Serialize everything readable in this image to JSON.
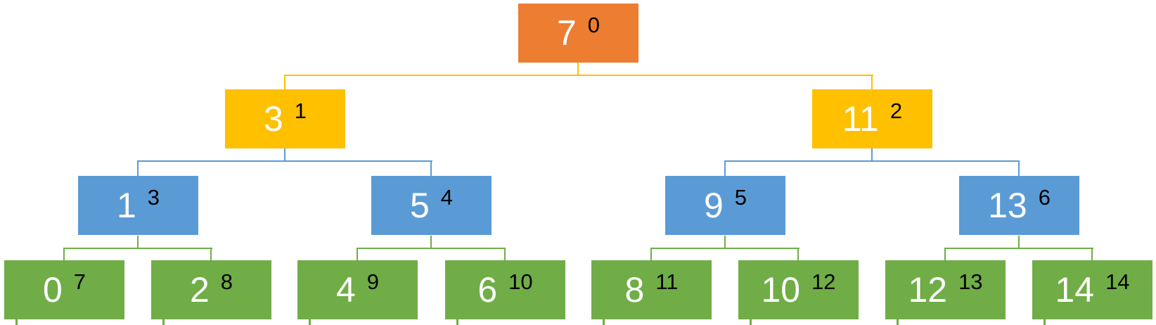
{
  "diagram": {
    "type": "binary-tree",
    "background": "#FFFFFF",
    "node_colors": {
      "level0": "#ED7D31",
      "level1": "#FFC000",
      "level2": "#5B9BD5",
      "level3": "#70AD47"
    },
    "connector_colors": {
      "to_level1": "#FFC000",
      "to_level2": "#5B9BD5",
      "to_level3": "#70AD47",
      "bottom_stubs": "#70AD47"
    },
    "value_text_color": "#FFFFFF",
    "index_text_color": "#000000"
  },
  "tree": {
    "levels": [
      {
        "name": "level-0",
        "color": "#ED7D31",
        "nodes": [
          {
            "value": "7",
            "index": "0"
          }
        ]
      },
      {
        "name": "level-1",
        "color": "#FFC000",
        "nodes": [
          {
            "value": "3",
            "index": "1"
          },
          {
            "value": "11",
            "index": "2"
          }
        ]
      },
      {
        "name": "level-2",
        "color": "#5B9BD5",
        "nodes": [
          {
            "value": "1",
            "index": "3"
          },
          {
            "value": "5",
            "index": "4"
          },
          {
            "value": "9",
            "index": "5"
          },
          {
            "value": "13",
            "index": "6"
          }
        ]
      },
      {
        "name": "level-3",
        "color": "#70AD47",
        "nodes": [
          {
            "value": "0",
            "index": "7"
          },
          {
            "value": "2",
            "index": "8"
          },
          {
            "value": "4",
            "index": "9"
          },
          {
            "value": "6",
            "index": "10"
          },
          {
            "value": "8",
            "index": "11"
          },
          {
            "value": "10",
            "index": "12"
          },
          {
            "value": "12",
            "index": "13"
          },
          {
            "value": "14",
            "index": "14"
          }
        ]
      }
    ]
  }
}
